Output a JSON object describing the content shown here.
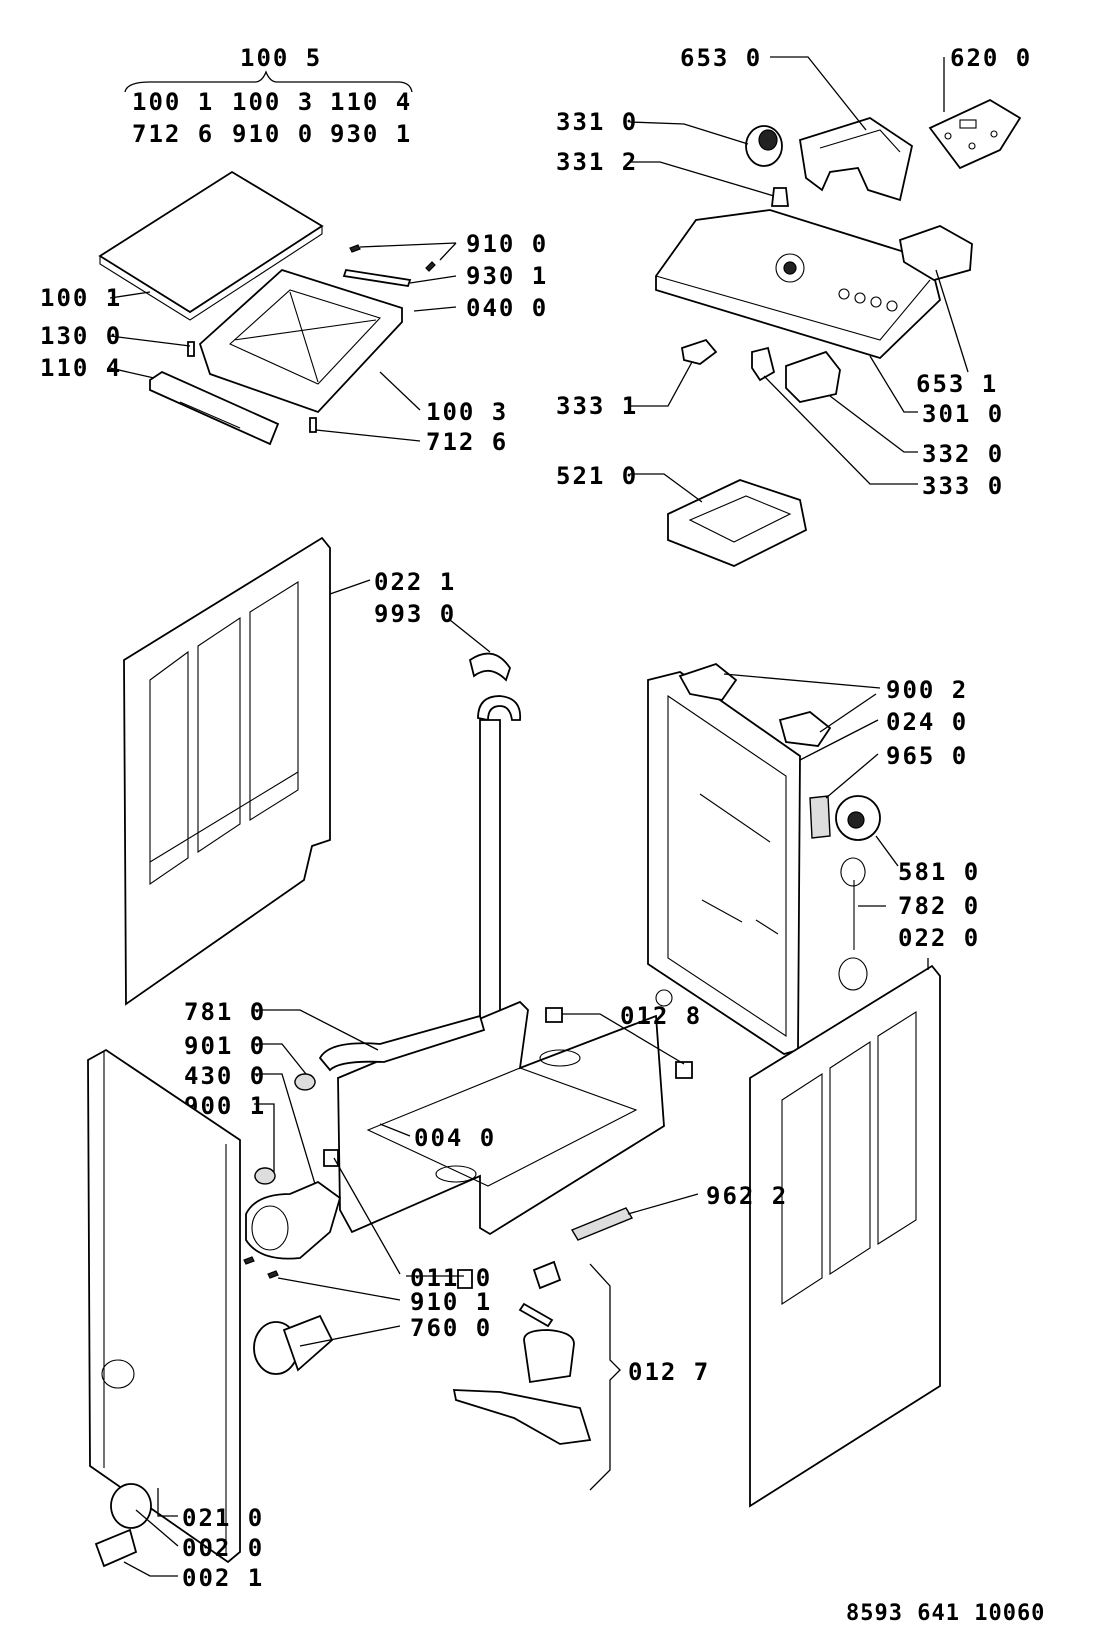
{
  "groups": {
    "header_top": "100 5",
    "header_row1": [
      "100 1",
      "100 3",
      "110 4"
    ],
    "header_row2": [
      "712 6",
      "910 0",
      "930 1"
    ]
  },
  "labels": {
    "l_910_0_top": "910 0",
    "l_930_1": "930 1",
    "l_040_0": "040 0",
    "l_100_1": "100 1",
    "l_130_0": "130 0",
    "l_110_4": "110 4",
    "l_100_3": "100 3",
    "l_712_6": "712 6",
    "l_653_0": "653 0",
    "l_620_0": "620 0",
    "l_331_0": "331 0",
    "l_331_2": "331 2",
    "l_653_1": "653 1",
    "l_333_1": "333 1",
    "l_301_0": "301 0",
    "l_332_0": "332 0",
    "l_333_0": "333 0",
    "l_521_0": "521 0",
    "l_022_1": "022 1",
    "l_993_0": "993 0",
    "l_900_2": "900 2",
    "l_024_0": "024 0",
    "l_965_0": "965 0",
    "l_581_0": "581 0",
    "l_782_0": "782 0",
    "l_022_0": "022 0",
    "l_781_0": "781 0",
    "l_012_8": "012 8",
    "l_901_0": "901 0",
    "l_430_0": "430 0",
    "l_900_1": "900 1",
    "l_004_0": "004 0",
    "l_962_2": "962 2",
    "l_011_0": "011 0",
    "l_910_1": "910 1",
    "l_760_0": "760 0",
    "l_012_7": "012 7",
    "l_021_0": "021 0",
    "l_002_0": "002 0",
    "l_002_1": "002 1"
  },
  "document_number": "8593 641 10060"
}
